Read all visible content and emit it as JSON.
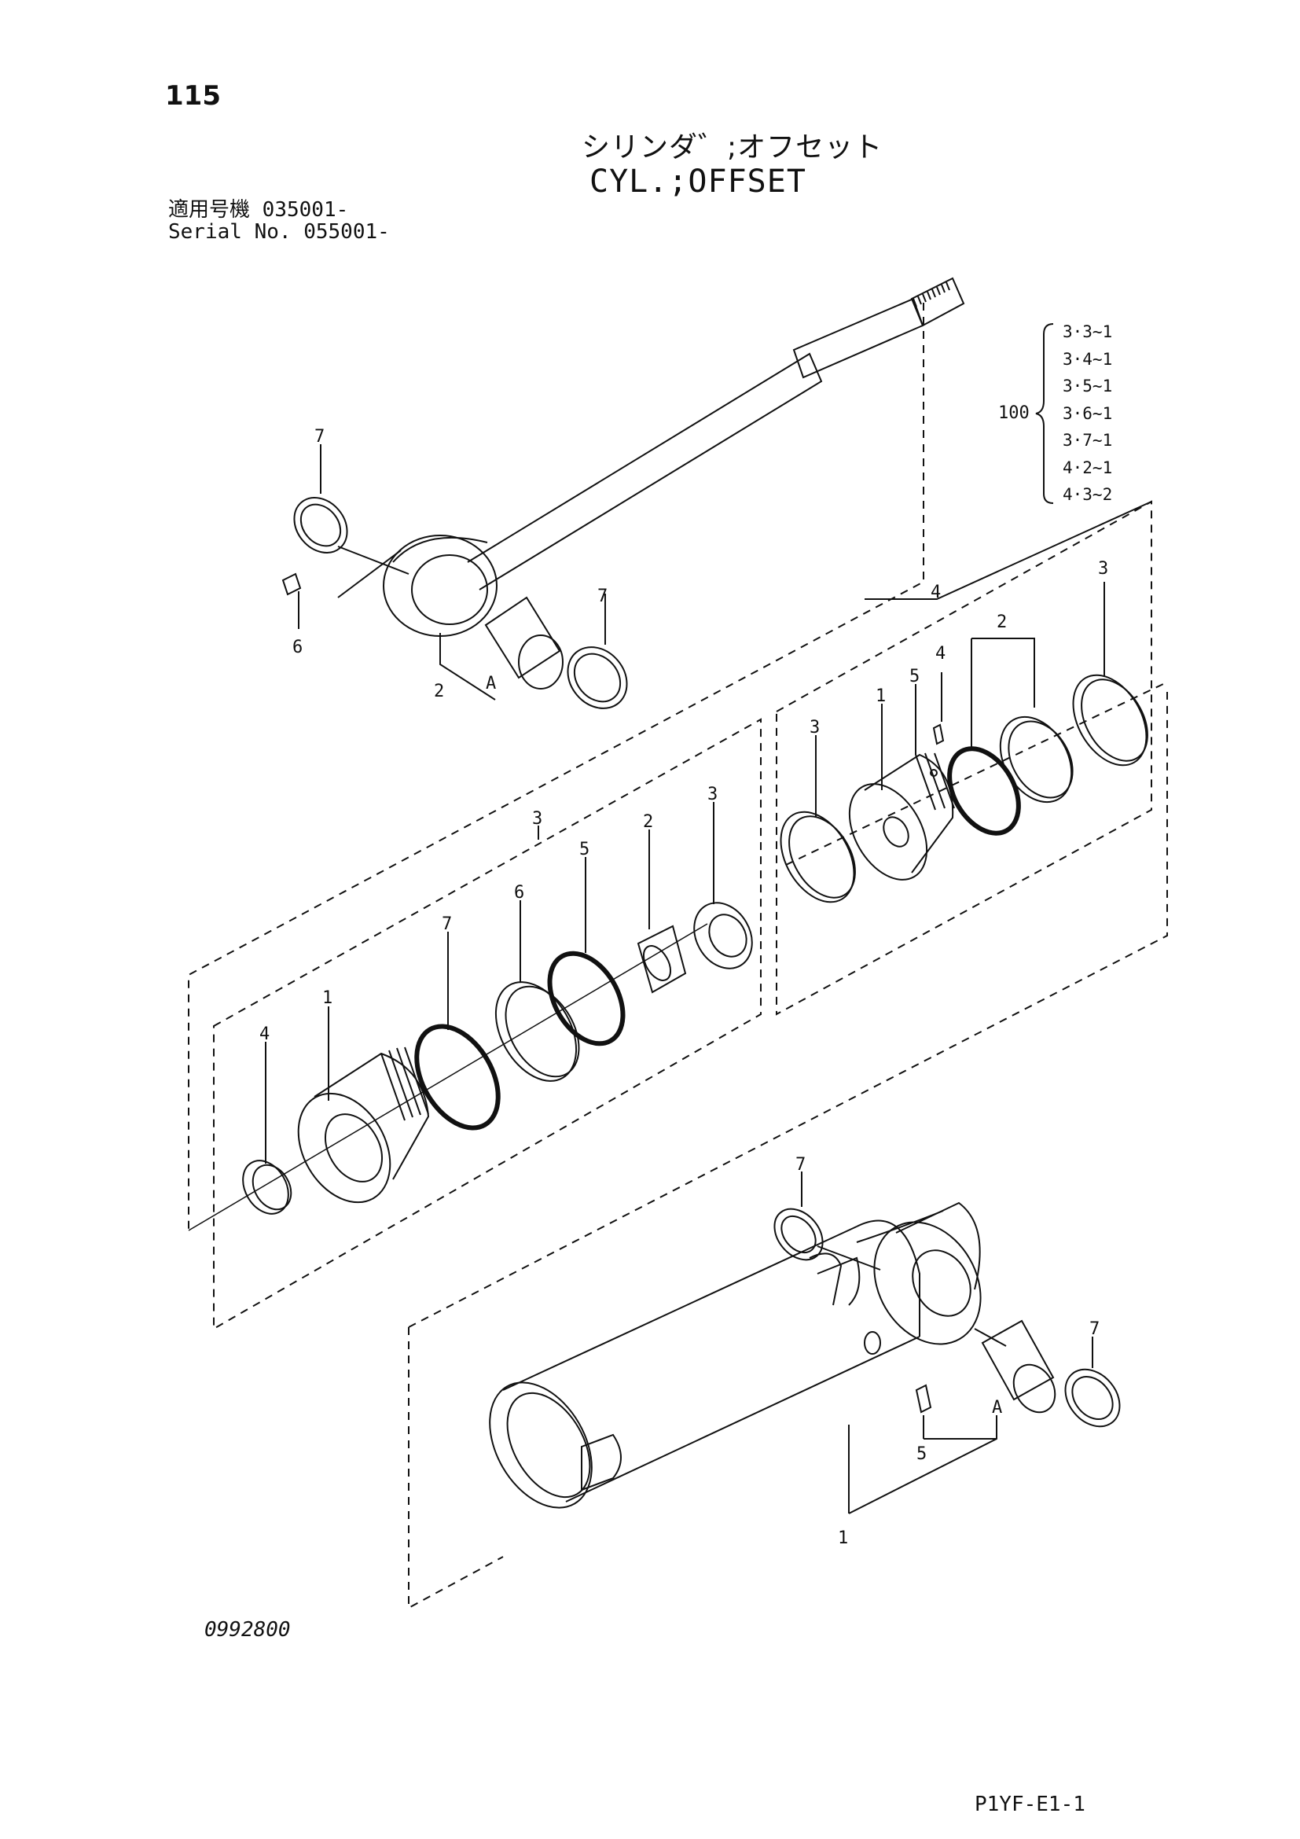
{
  "page": {
    "number": "115",
    "title_jp": "シリンダ゛;オフセット",
    "title_en": "CYL.;OFFSET"
  },
  "serial": {
    "jp_label": "適用号機",
    "jp_value": "035001-",
    "en_label": "Serial No.",
    "en_value": "055001-"
  },
  "kit": {
    "number": "100",
    "applicability": [
      "3·3~1",
      "3·4~1",
      "3·5~1",
      "3·6~1",
      "3·7~1",
      "4·2~1",
      "4·3~2"
    ]
  },
  "callouts": {
    "rod_seal": "7",
    "rod_grease": "6",
    "rod_eye": "2",
    "rod_a": "A",
    "rod_seal2": "7",
    "gland_group": "3",
    "gland_kit": [
      "4",
      "1",
      "7",
      "6",
      "5",
      "2",
      "3"
    ],
    "piston_group": "4",
    "piston_kit": [
      "3",
      "1",
      "5",
      "4",
      "2",
      "3"
    ],
    "tube_seal": "7",
    "tube_seal2": "7",
    "tube_a": "A",
    "tube_grease": "5",
    "tube": "1"
  },
  "doc_code": "0992800",
  "footer_code": "P1YF-E1-1"
}
